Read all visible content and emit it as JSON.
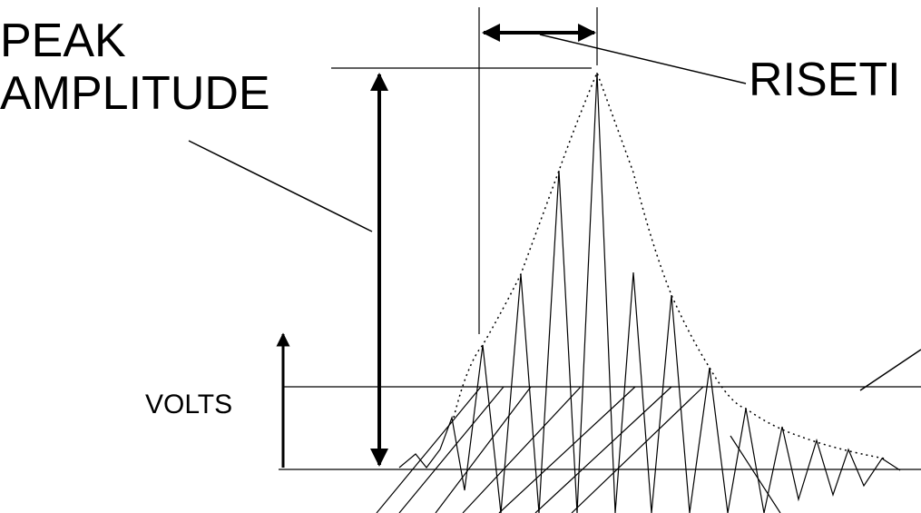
{
  "labels": {
    "peak_line1": "PEAK",
    "peak_line2": "AMPLITUDE",
    "risetime": "RISETI",
    "volts": "VOLTS"
  },
  "colors": {
    "ink": "#000000",
    "background": "#ffffff"
  }
}
